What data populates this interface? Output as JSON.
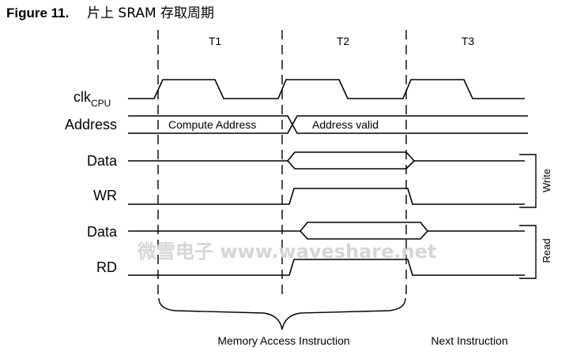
{
  "figure": {
    "number": "Figure 11.",
    "title_cn": "片上 SRAM 存取周期"
  },
  "columns": [
    "T1",
    "T2",
    "T3"
  ],
  "signals": {
    "clk_main": "clk",
    "clk_sub": "CPU",
    "address": "Address",
    "data1": "Data",
    "wr": "WR",
    "data2": "Data",
    "rd": "RD"
  },
  "bus_text": {
    "compute_address": "Compute Address",
    "address_valid": "Address valid"
  },
  "groups": {
    "write": "Write",
    "read": "Read"
  },
  "phases": {
    "memory_access": "Memory Access Instruction",
    "next_instruction": "Next Instruction"
  },
  "watermark": "微雪电子 www.waveshare.net"
}
